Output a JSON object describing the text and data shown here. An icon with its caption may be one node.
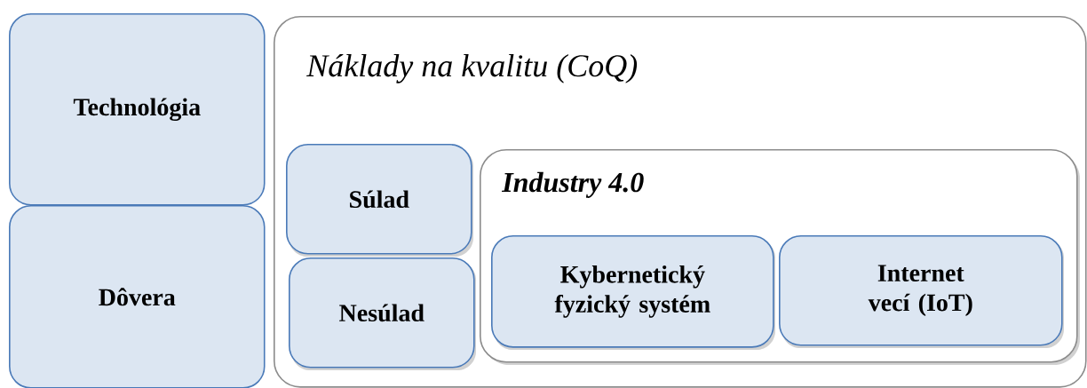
{
  "diagram": {
    "nodes": [
      {
        "text": [
          "Technológia"
        ]
      },
      {
        "text": [
          "Dôvera"
        ]
      },
      {
        "text": [
          "Náklady na kvalitu (CoQ)"
        ]
      },
      {
        "text": [
          "Súlad"
        ],
        "in": 2
      },
      {
        "text": [
          "Nesúlad"
        ],
        "in": 2
      },
      {
        "text": [
          "Industry 4.0"
        ],
        "in": 2
      },
      {
        "text": [
          "Kybernetický fyzický systém"
        ],
        "in": 5
      },
      {
        "text": [
          "Internet vecí (IoT)"
        ],
        "in": 5
      }
    ]
  }
}
